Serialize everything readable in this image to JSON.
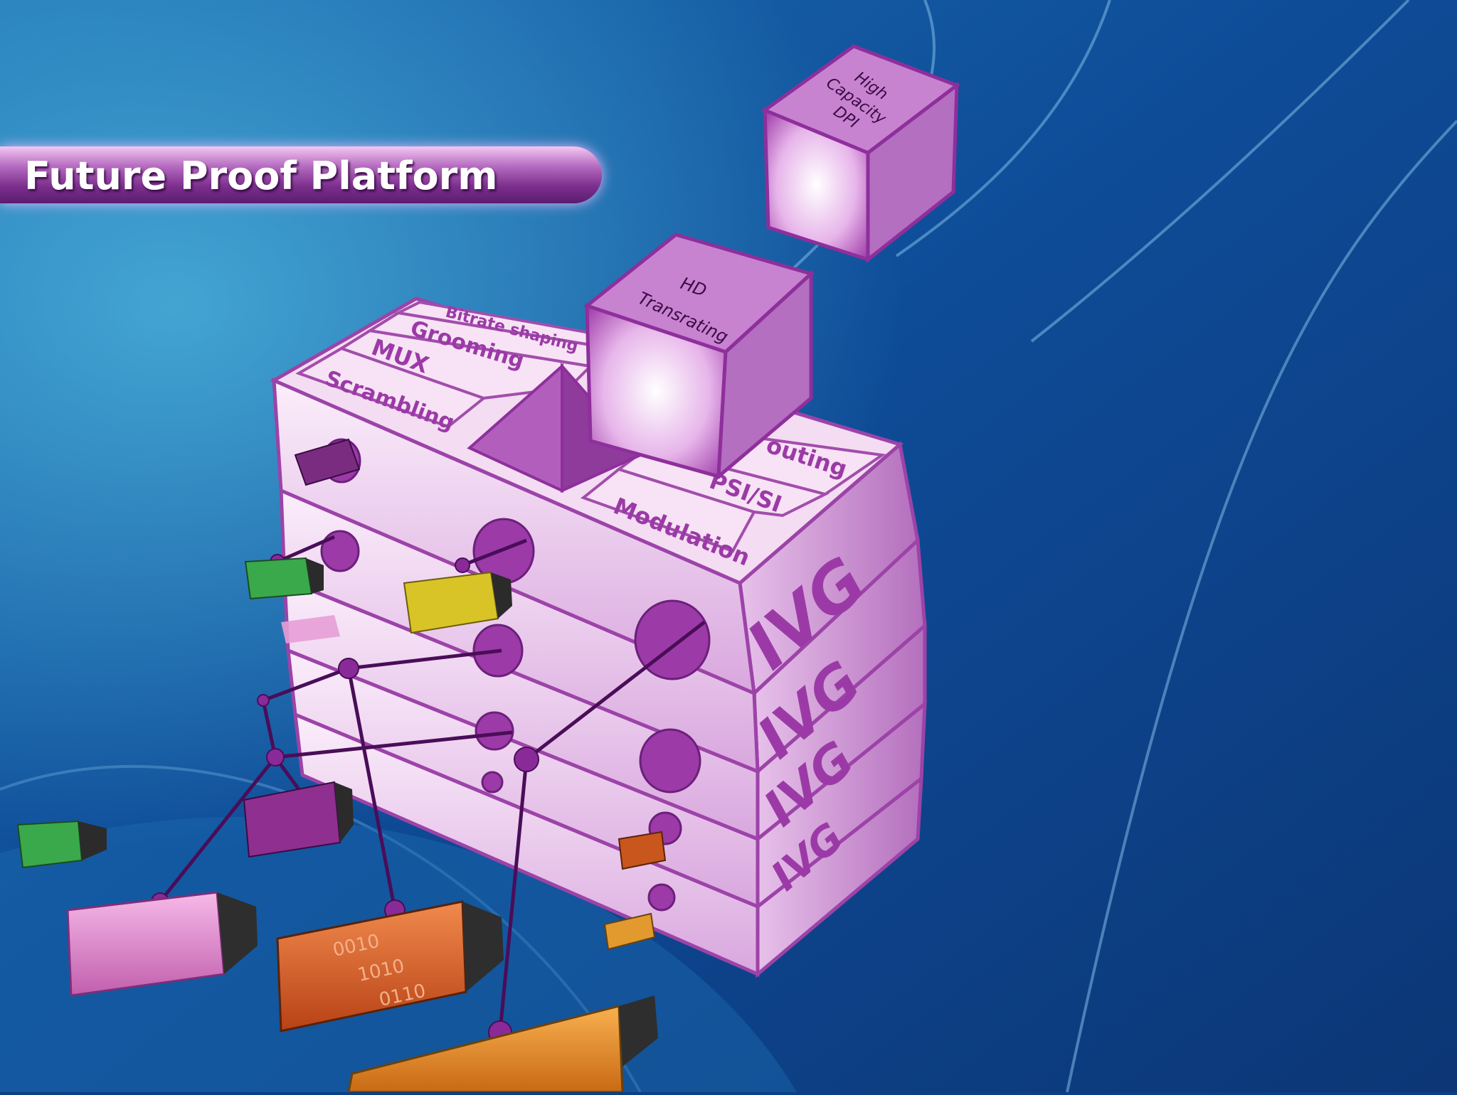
{
  "title": "Future Proof Platform",
  "cubes": {
    "dpi": [
      "High",
      "Capacity",
      "DPI"
    ],
    "transrating": [
      "HD",
      "Transrating"
    ]
  },
  "top_modules": {
    "scrambling": "Scrambling",
    "mux": "MUX",
    "grooming": "Grooming",
    "bitrate_shaping": "Bitrate shaping",
    "routing": "outing",
    "psi_si": "PSI/SI",
    "modulation": "Modulation"
  },
  "layer_labels": [
    "IVG",
    "IVG",
    "IVG",
    "IVG"
  ],
  "brick_codes": [
    "0010",
    "1010",
    "0110"
  ],
  "colors": {
    "background": "#0d3f86",
    "accent": "#9b3aa6",
    "module_fill": "#f1d6f0",
    "title_text": "#ffffff"
  }
}
